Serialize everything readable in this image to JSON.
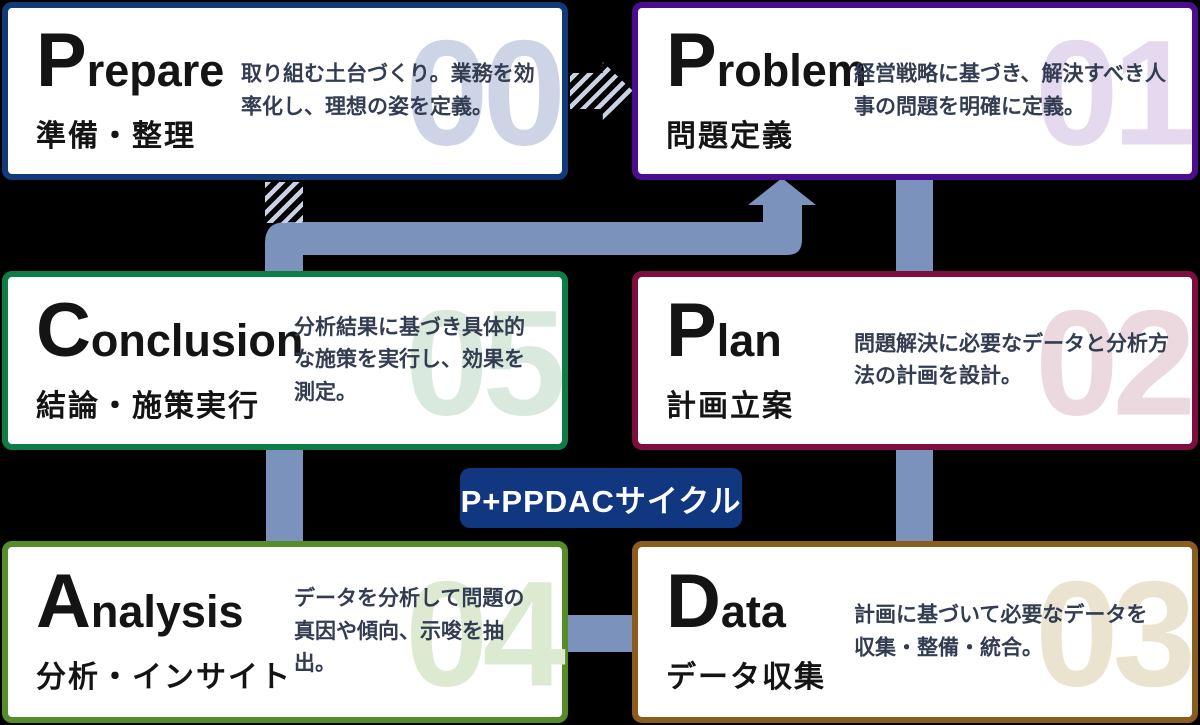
{
  "diagram_title_badge": "P+PPDACサイクル",
  "colors": {
    "background": "#000000",
    "connector": "#7b92bc",
    "hatch": "#c9d2e4",
    "badge_bg": "#113781",
    "badge_text": "#ffffff",
    "description_text": "#333d52",
    "title_text": "#141414"
  },
  "boxes": [
    {
      "id": "prepare",
      "initial": "P",
      "title_rest": "repare",
      "subtitle": "準備・整理",
      "description": "取り組む土台づくり。業務を効率化し、理想の姿を定義。",
      "number": "00",
      "border_color": "#123a78",
      "number_color": "#ccd4e6"
    },
    {
      "id": "problem",
      "initial": "P",
      "title_rest": "roblem",
      "subtitle": "問題定義",
      "description": "経営戦略に基づき、解決すべき人事の問題を明確に定義。",
      "number": "01",
      "border_color": "#4b0d8f",
      "number_color": "#e4d9ef"
    },
    {
      "id": "conclusion",
      "initial": "C",
      "title_rest": "onclusion",
      "subtitle": "結論・施策実行",
      "description": "分析結果に基づき具体的な施策を実行し、効果を測定。",
      "number": "05",
      "border_color": "#0e7c45",
      "number_color": "#d9e9dd"
    },
    {
      "id": "plan",
      "initial": "P",
      "title_rest": "lan",
      "subtitle": "計画立案",
      "description": "問題解決に必要なデータと分析方法の計画を設計。",
      "number": "02",
      "border_color": "#7d0e3e",
      "number_color": "#ecd9e0"
    },
    {
      "id": "analysis",
      "initial": "A",
      "title_rest": "nalysis",
      "subtitle": "分析・インサイト",
      "description": "データを分析して問題の真因や傾向、示唆を抽出。",
      "number": "04",
      "border_color": "#568c2a",
      "number_color": "#dcead2"
    },
    {
      "id": "data",
      "initial": "D",
      "title_rest": "ata",
      "subtitle": "データ収集",
      "description": "計画に基づいて必要なデータを収集・整備・統合。",
      "number": "03",
      "border_color": "#8c5c1e",
      "number_color": "#eae3d0"
    }
  ]
}
